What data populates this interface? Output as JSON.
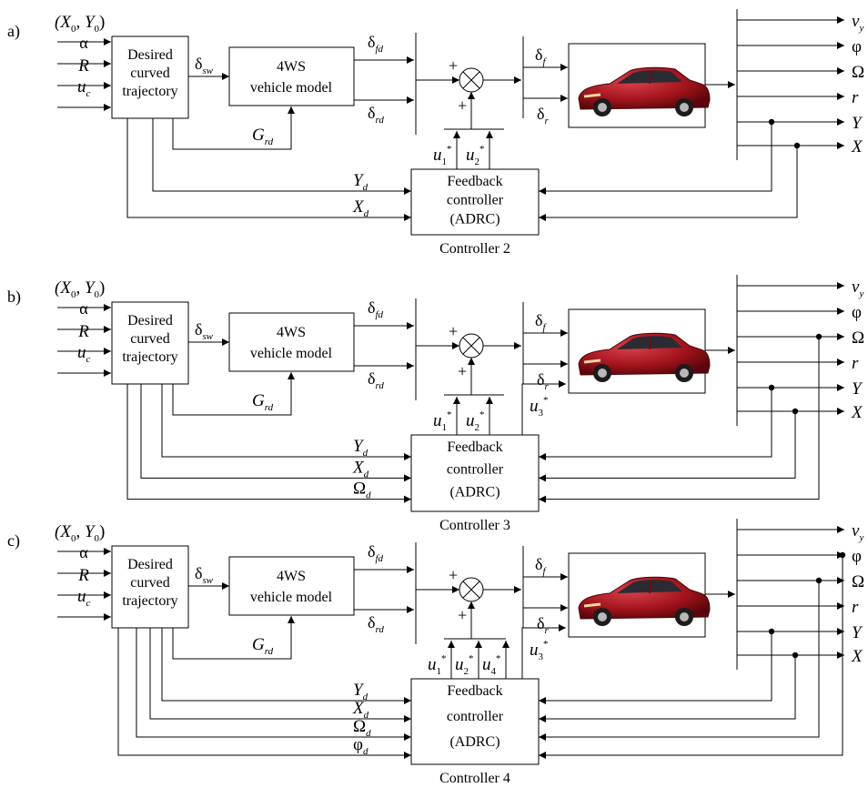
{
  "panels": [
    {
      "tag": "a)",
      "caption": "Controller 2",
      "inputs": {
        "initial": "(X",
        "initial_sub0": "0",
        "initial_mid": ", Y",
        "initial_sub1": "0",
        "initial_close": ")",
        "alpha": "α",
        "R": "R",
        "u": "u",
        "u_sub": "c"
      },
      "traj": [
        "Desired",
        "curved",
        "trajectory"
      ],
      "model": [
        "4WS",
        "vehicle model"
      ],
      "ref_labels": [
        "Y",
        "X"
      ],
      "ref_subs": [
        "d",
        "d"
      ],
      "controls": [
        "u",
        "u"
      ],
      "control_subs": [
        "1",
        "2"
      ],
      "rear_control": "",
      "rear_control_sub": "",
      "outputs": [
        "v",
        "φ",
        "Ω",
        "r",
        "Y",
        "X"
      ],
      "outputs_sub": [
        "y",
        "",
        "",
        "",
        "",
        ""
      ]
    },
    {
      "tag": "b)",
      "caption": "Controller 3",
      "inputs": {
        "initial": "(X",
        "initial_sub0": "0",
        "initial_mid": ", Y",
        "initial_sub1": "0",
        "initial_close": ")",
        "alpha": "α",
        "R": "R",
        "u": "u",
        "u_sub": "c"
      },
      "traj": [
        "Desired",
        "curved",
        "trajectory"
      ],
      "model": [
        "4WS",
        "vehicle model"
      ],
      "ref_labels": [
        "Y",
        "X",
        "Ω"
      ],
      "ref_subs": [
        "d",
        "d",
        "d"
      ],
      "controls": [
        "u",
        "u"
      ],
      "control_subs": [
        "1",
        "2"
      ],
      "rear_control": "u",
      "rear_control_sub": "3",
      "outputs": [
        "v",
        "φ",
        "Ω",
        "r",
        "Y",
        "X"
      ],
      "outputs_sub": [
        "y",
        "",
        "",
        "",
        "",
        ""
      ]
    },
    {
      "tag": "c)",
      "caption": "Controller 4",
      "inputs": {
        "initial": "(X",
        "initial_sub0": "0",
        "initial_mid": ", Y",
        "initial_sub1": "0",
        "initial_close": ")",
        "alpha": "α",
        "R": "R",
        "u": "u",
        "u_sub": "c"
      },
      "traj": [
        "Desired",
        "curved",
        "trajectory"
      ],
      "model": [
        "4WS",
        "vehicle model"
      ],
      "ref_labels": [
        "Y",
        "X",
        "Ω",
        "φ"
      ],
      "ref_subs": [
        "d",
        "d",
        "d",
        "d"
      ],
      "controls": [
        "u",
        "u",
        "u"
      ],
      "control_subs": [
        "1",
        "2",
        "4"
      ],
      "rear_control": "u",
      "rear_control_sub": "3",
      "outputs": [
        "v",
        "φ",
        "Ω",
        "r",
        "Y",
        "X"
      ],
      "outputs_sub": [
        "y",
        "",
        "",
        "",
        "",
        ""
      ]
    }
  ],
  "common": {
    "delta": "δ",
    "sw": "sw",
    "fd": "fd",
    "rd": "rd",
    "f": "f",
    "r": "r",
    "G": "G",
    "plus": "+",
    "star": "*",
    "controller": [
      "Feedback",
      "controller",
      "(ADRC)"
    ]
  },
  "colors": {
    "line": "#000000",
    "car_body": "#a3141c",
    "car_window": "#2b2b33"
  }
}
